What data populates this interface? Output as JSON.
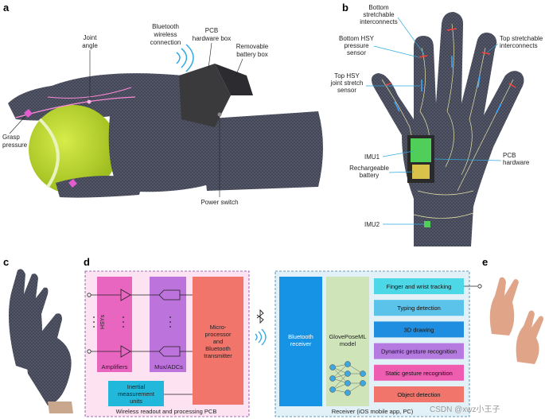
{
  "panels": {
    "a": "a",
    "b": "b",
    "c": "c",
    "d": "d",
    "e": "e"
  },
  "panel_a": {
    "joint_angle": [
      "Joint",
      "angle"
    ],
    "bluetooth": [
      "Bluetooth",
      "wireless",
      "connection"
    ],
    "pcb_box": [
      "PCB",
      "hardware box"
    ],
    "battery_box": [
      "Removable",
      "battery box"
    ],
    "grasp": [
      "Grasp",
      "pressure"
    ],
    "power_switch": "Power switch"
  },
  "panel_b": {
    "bottom_stretch": [
      "Bottom",
      "stretchable",
      "interconnects"
    ],
    "bottom_hsy": [
      "Bottom HSY",
      "pressure",
      "sensor"
    ],
    "top_stretch": [
      "Top stretchable",
      "interconnects"
    ],
    "top_hsy": [
      "Top HSY",
      "joint stretch",
      "sensor"
    ],
    "imu1": "IMU1",
    "battery": [
      "Rechargeable",
      "battery"
    ],
    "pcb_hw": [
      "PCB",
      "hardware"
    ],
    "imu2": "IMU2"
  },
  "panel_d": {
    "hsys": "HSYs",
    "amplifiers": "Amplifiers",
    "mux": "Mux/ADCs",
    "micro": [
      "Micro-",
      "processor",
      "and",
      "Bluetooth",
      "transmitter"
    ],
    "imu": [
      "Inertial",
      "measurement",
      "units"
    ],
    "pcb_caption": "Wireless readout and processing PCB",
    "bt_receiver": [
      "Bluetooth",
      "receiver"
    ],
    "model": [
      "GlovePoseML",
      "model"
    ],
    "tasks": [
      {
        "label": "Finger and wrist tracking",
        "color": "#4dd8e8"
      },
      {
        "label": "Typing detection",
        "color": "#5bc2ea"
      },
      {
        "label": "3D drawing",
        "color": "#1f8ee0"
      },
      {
        "label": "Dynamic gesture recognition",
        "color": "#b67be0"
      },
      {
        "label": "Static gesture recognition",
        "color": "#ee5db0"
      },
      {
        "label": "Object detection",
        "color": "#f2756b"
      }
    ],
    "receiver_caption": "Receiver (iOS mobile app, PC)"
  },
  "watermark": "CSDN @xwz小王子",
  "colors": {
    "pcb_bg": "#fde3f2",
    "receiver_bg": "#e2f1f8",
    "amplifier": "#e866c0",
    "mux": "#bd73dc",
    "micro": "#f2756b",
    "imu": "#22b8dc",
    "bt_receiver": "#1793e6",
    "model": "#cfe4b8",
    "glove": "#3d4150"
  }
}
